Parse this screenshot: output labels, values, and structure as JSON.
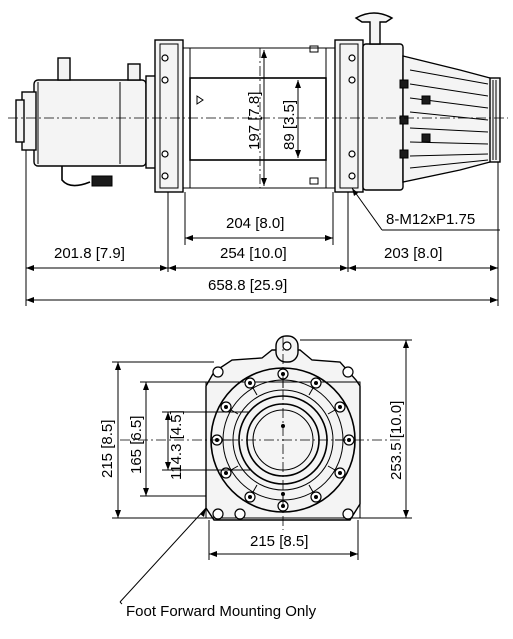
{
  "side_view": {
    "dims": {
      "drum_height": "197 [7.8]",
      "drum_inner": "89 [3.5]",
      "drum_length": "204 [8.0]",
      "frame_length": "254 [10.0]",
      "motor_length": "201.8 [7.9]",
      "gearbox_length": "203 [8.0]",
      "overall_length": "658.8 [25.9]",
      "bolt_spec": "8-M12xP1.75"
    }
  },
  "end_view": {
    "dims": {
      "outer_height": "215 [8.5]",
      "bolt_height": "165 [6.5]",
      "pilot_height": "114.3 [4.5]",
      "total_height": "253.5 [10.0]",
      "width": "215 [8.5]"
    },
    "note": "Foot Forward Mounting Only"
  }
}
